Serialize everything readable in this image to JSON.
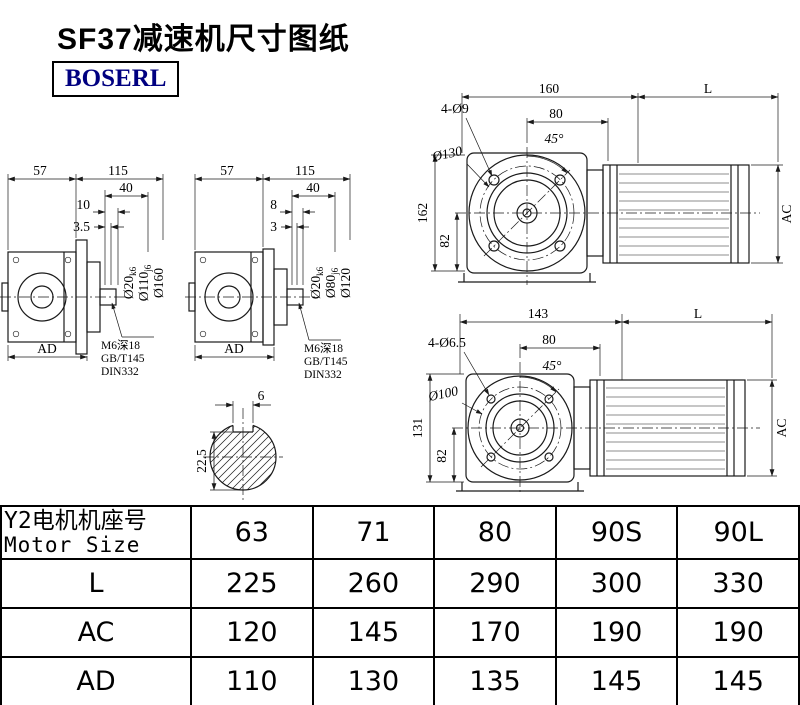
{
  "title": "SF37减速机尺寸图纸",
  "brand": "BOSERL",
  "views": {
    "side_large": {
      "w1": "57",
      "w2": "115",
      "d40": "40",
      "d10": "10",
      "d35": "3.5",
      "shaft_d": "Ø20",
      "shaft_t": "k6",
      "hub_d": "Ø110",
      "hub_t": "j6",
      "flange_d": "Ø160",
      "ad": "AD",
      "note1": "M6深18",
      "note2": "GB/T145",
      "note3": "DIN332"
    },
    "side_small": {
      "w1": "57",
      "w2": "115",
      "d40": "40",
      "d8": "8",
      "d3": "3",
      "shaft_d": "Ø20",
      "shaft_t": "k6",
      "hub_d": "Ø80",
      "hub_t": "j6",
      "flange_d": "Ø120",
      "ad": "AD",
      "note1": "M6深18",
      "note2": "GB/T145",
      "note3": "DIN332"
    },
    "front_large": {
      "w": "160",
      "l": "L",
      "holes": "4-Ø9",
      "d80": "80",
      "angle": "45°",
      "bc": "Ø130",
      "h": "162",
      "d82": "82",
      "ac": "AC"
    },
    "front_small": {
      "w": "143",
      "l": "L",
      "holes": "4-Ø6.5",
      "d80": "80",
      "angle": "45°",
      "bc": "Ø100",
      "h": "131",
      "d82": "82",
      "ac": "AC"
    },
    "key_section": {
      "kw": "6",
      "kd": "22.5"
    }
  },
  "table": {
    "header_cn": "Y2电机机座号",
    "header_en": "Motor Size",
    "sizes": [
      "63",
      "71",
      "80",
      "90S",
      "90L"
    ],
    "rows": [
      {
        "label": "L",
        "values": [
          "225",
          "260",
          "290",
          "300",
          "330"
        ]
      },
      {
        "label": "AC",
        "values": [
          "120",
          "145",
          "170",
          "190",
          "190"
        ]
      },
      {
        "label": "AD",
        "values": [
          "110",
          "130",
          "135",
          "145",
          "145"
        ]
      }
    ]
  }
}
